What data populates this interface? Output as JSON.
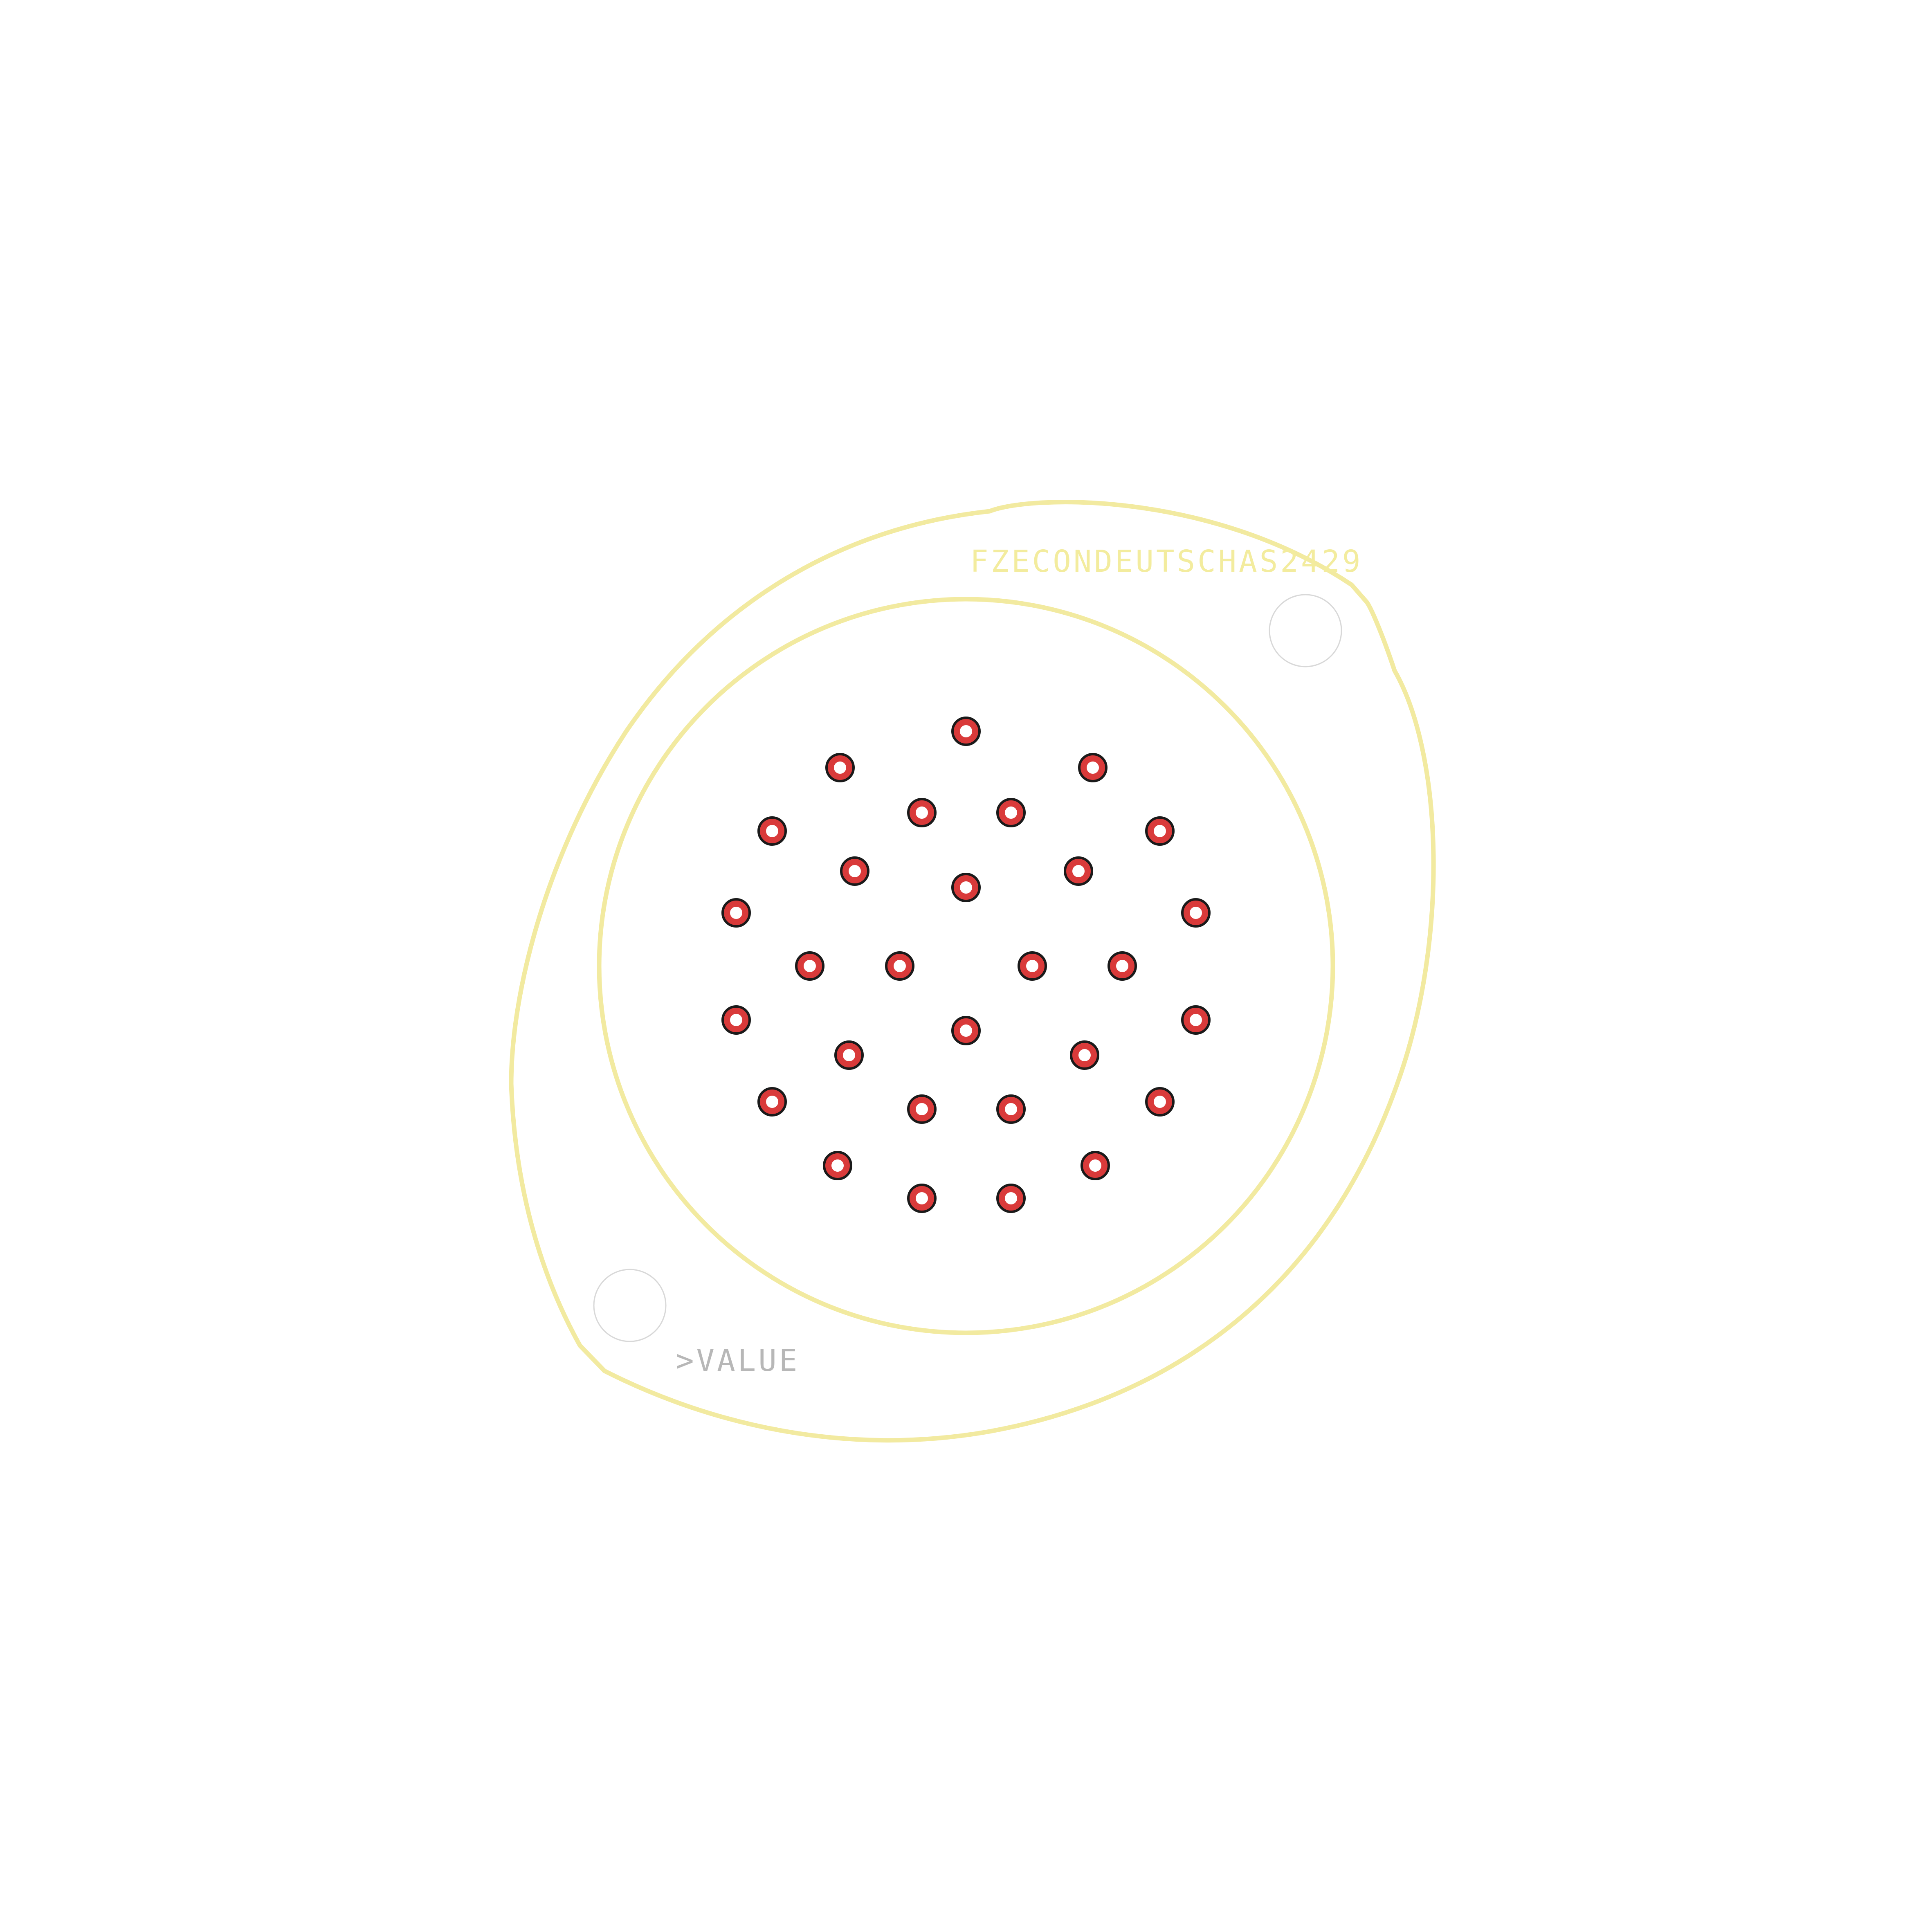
{
  "footprint": {
    "name_label": "FZECONDEUTSCHAS2429",
    "value_label": ">VALUE",
    "pad_count": 29,
    "colors": {
      "silkscreen": "#f2eaa0",
      "pad_copper": "#d93a3a",
      "pad_outline": "#1a1a1a",
      "drill": "#ffffff",
      "mount_hole": "#d8d8d8",
      "background": "#ffffff"
    }
  }
}
